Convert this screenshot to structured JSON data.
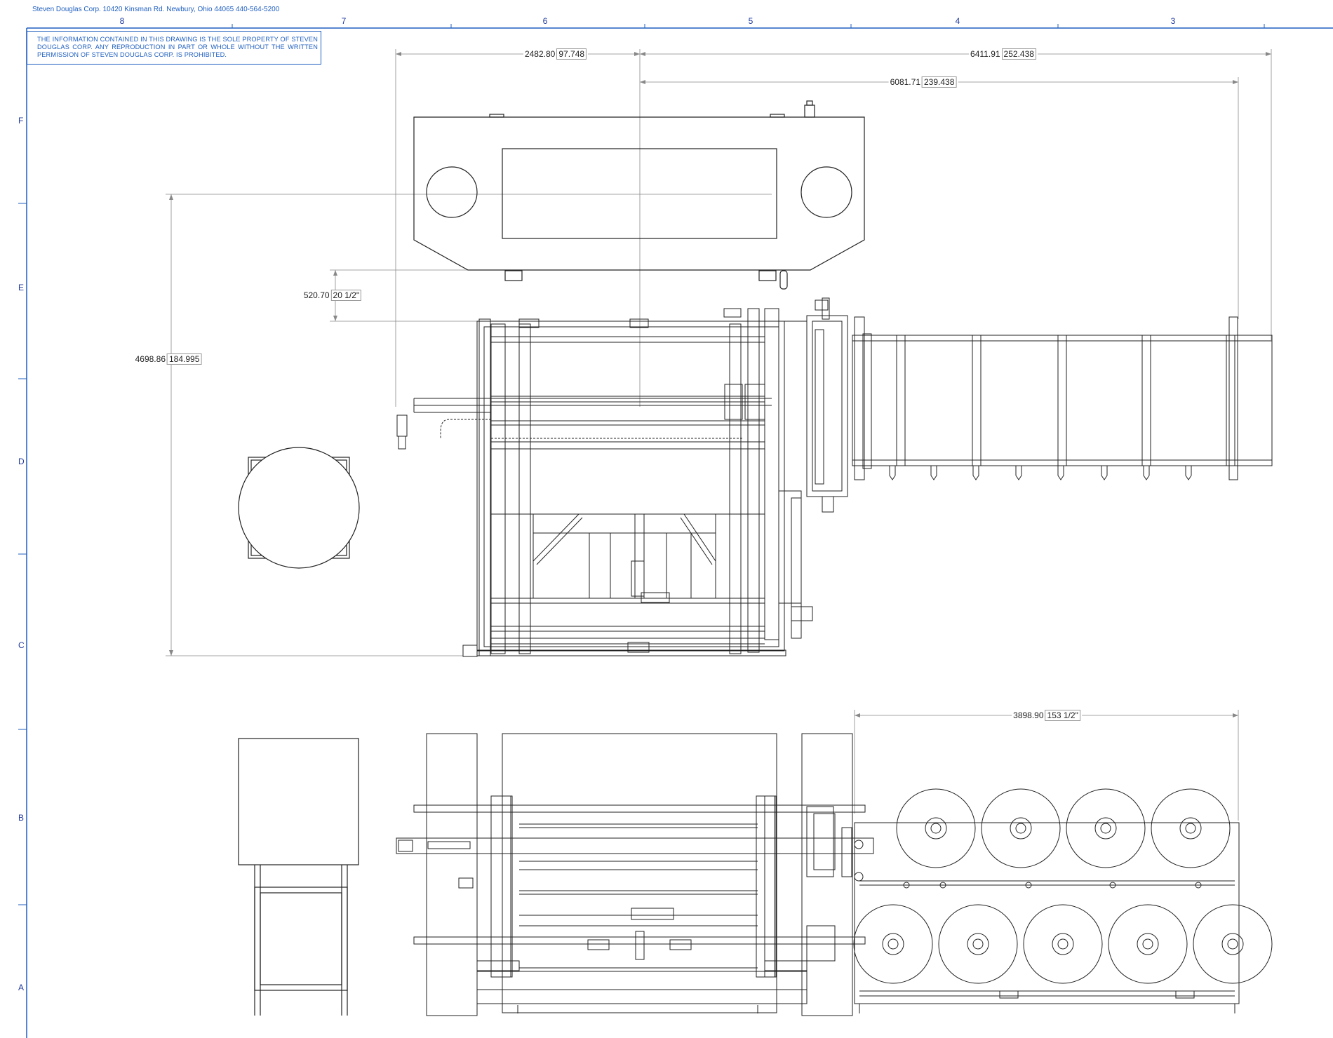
{
  "header": {
    "company_line": "Steven Douglas Corp. 10420 Kinsman Rd. Newbury, Ohio 44065 440-564-5200",
    "notice": "THE INFORMATION CONTAINED IN THIS DRAWING IS THE SOLE PROPERTY OF STEVEN DOUGLAS CORP. ANY REPRODUCTION IN PART OR WHOLE WITHOUT THE WRITTEN PERMISSION OF STEVEN DOUGLAS CORP. IS PROHIBITED."
  },
  "grid": {
    "columns": [
      "8",
      "7",
      "6",
      "5",
      "4",
      "3"
    ],
    "rows": [
      "F",
      "E",
      "D",
      "C",
      "B",
      "A"
    ]
  },
  "dimensions": {
    "d1": {
      "metric": "2482.80",
      "imperial": "97.748"
    },
    "d2": {
      "metric": "6411.91",
      "imperial": "252.438"
    },
    "d3": {
      "metric": "6081.71",
      "imperial": "239.438"
    },
    "d4": {
      "metric": "520.70",
      "imperial": "20 1/2\""
    },
    "d5": {
      "metric": "4698.86",
      "imperial": "184.995"
    },
    "d6": {
      "metric": "3898.90",
      "imperial": "153 1/2\""
    }
  },
  "colors": {
    "border": "#1f5fbf",
    "line": "#222222",
    "dim_line": "#888888"
  }
}
